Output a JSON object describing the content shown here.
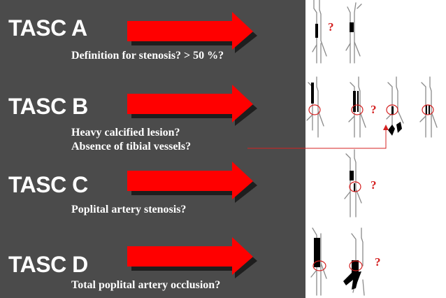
{
  "rows": [
    {
      "label": "TASC A",
      "lines": [
        "Definition for stenosis? > 50 %?"
      ]
    },
    {
      "label": "TASC B",
      "lines": [
        "Heavy calcified lesion?",
        "Absence of tibial vessels?"
      ]
    },
    {
      "label": "TASC C",
      "lines": [
        "Poplital artery stenosis?"
      ]
    },
    {
      "label": "TASC D",
      "lines": [
        "Total poplital artery occlusion?"
      ]
    }
  ],
  "question_mark": "?",
  "colors": {
    "background": "#4b4b4b",
    "panel": "#ffffff",
    "arrow": "#ff0000",
    "arrow_shadow": "#1e1e1e",
    "text": "#ffffff",
    "accent": "#d42020"
  }
}
